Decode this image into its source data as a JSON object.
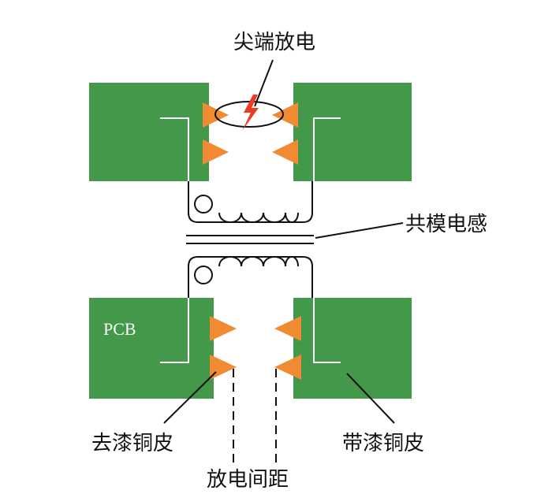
{
  "labels": {
    "tip_discharge": "尖端放电",
    "common_mode_inductor": "共模电感",
    "pcb": "PCB",
    "stripped_copper": "去漆铜皮",
    "enameled_copper": "带漆铜皮",
    "discharge_gap": "放电间距"
  },
  "colors": {
    "pcb_green": "#43984a",
    "tip_orange": "#f08a33",
    "spark_red": "#ee3a23",
    "line": "#111111",
    "trace_white": "#ffffff"
  },
  "icons": {
    "spark": "lightning-bolt-icon"
  }
}
